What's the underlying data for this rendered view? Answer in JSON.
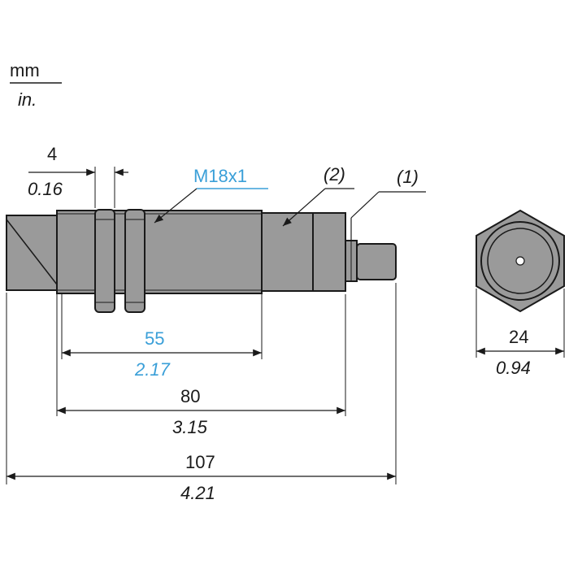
{
  "units": {
    "primary": "mm",
    "secondary": "in."
  },
  "labels": {
    "thread": "M18x1",
    "callout_2": "(2)",
    "callout_1": "(1)"
  },
  "dimensions": {
    "nut_width": {
      "mm": "4",
      "in": "0.16"
    },
    "thread_length": {
      "mm": "55",
      "in": "2.17"
    },
    "body_length": {
      "mm": "80",
      "in": "3.15"
    },
    "overall_length": {
      "mm": "107",
      "in": "4.21"
    },
    "hex_across_flats": {
      "mm": "24",
      "in": "0.94"
    }
  },
  "colors": {
    "body_fill": "#9a9a9a",
    "line": "#1a1a1a",
    "accent_blue": "#3a9fd8"
  }
}
